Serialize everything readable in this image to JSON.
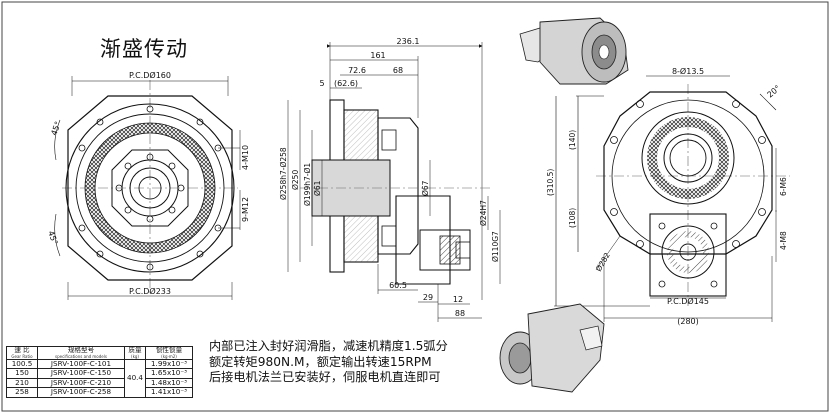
{
  "brand": "渐盛传动",
  "notes": [
    "内部已注入封好润滑脂，减速机精度1.5弧分",
    "额定转矩980N.M，额定输出转速15RPM",
    "后接电机法兰已安装好，伺服电机直连即可"
  ],
  "dimensions": {
    "front_view": {
      "pcd_top": "P.C.DØ160",
      "pcd_bottom": "P.C.DØ233",
      "angle_top": "45°",
      "angle_bottom": "45°",
      "hole_a": "4-M10",
      "hole_b": "9-M12"
    },
    "side_view": {
      "overall": "236.1",
      "d161": "161",
      "d72_6": "72.6",
      "d68": "68",
      "d5": "5",
      "d62_6": "(62.6)",
      "dia_258": "Ø258h7-Ø258",
      "dia_250": "Ø250",
      "dia_199": "Ø199h7-Ø1",
      "dia_61": "Ø61",
      "dia_67": "Ø67",
      "dia_24": "Ø24H7",
      "dia_110": "Ø110G7",
      "d60_5": "60.5",
      "d29": "29",
      "d12": "12",
      "d88": "88"
    },
    "flange_view": {
      "holes_8": "8-Ø13.5",
      "angle_20": "20°",
      "d140": "(140)",
      "d310_5": "(310.5)",
      "d108": "(108)",
      "holes_m6": "6-M6",
      "holes_m8": "4-M8",
      "dia_282": "Ø282",
      "pcd_145": "P.C.DØ145",
      "d280": "(280)"
    }
  },
  "table": {
    "headers": [
      {
        "main": "速 比",
        "sub": "Gear Ratio"
      },
      {
        "main": "规格型号",
        "sub": "specifications and models"
      },
      {
        "main": "质量",
        "sub": "(kg)"
      },
      {
        "main": "惯性惯量",
        "sub": "(kg·m2)"
      }
    ],
    "mass": "40.4",
    "rows": [
      {
        "ratio": "100.5",
        "model": "JSRV-100F-C-101",
        "inertia": "1.99x10⁻³"
      },
      {
        "ratio": "150",
        "model": "JSRV-100F-C-150",
        "inertia": "1.65x10⁻³"
      },
      {
        "ratio": "210",
        "model": "JSRV-100F-C-210",
        "inertia": "1.48x10⁻³"
      },
      {
        "ratio": "258",
        "model": "JSRV-100F-C-258",
        "inertia": "1.41x10⁻³"
      }
    ]
  }
}
